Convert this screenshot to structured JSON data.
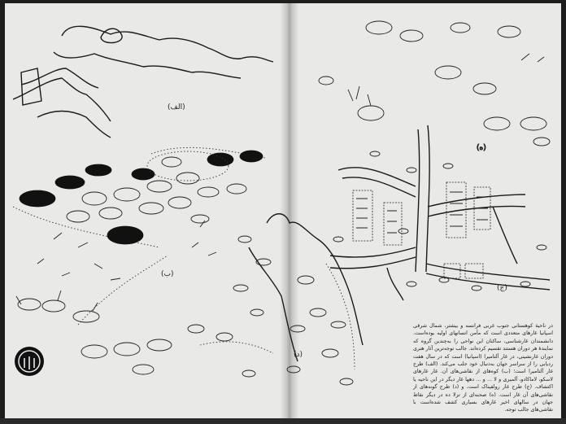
{
  "page": {
    "labels": {
      "alef": "(الف)",
      "be": "(ب)",
      "jim": "(ج)",
      "dal": "(د)",
      "he": "(ه)"
    },
    "caption": "در ناحیهٔ کوهستانی جنوب غربی فرانسه و بیشتر، شمال شرقی اسپانیا غارهای متعددی است که مأمن انسانهای اولیه بوده‌است. دانشمندان غارشناسی، ساکنان این نواحی را به‌چندین گروه که نمایندهٔ هر دوران هستند تقسیم کرده‌اند. جالب توجه‌ترین آثار هنری دوران غارنشینی، در غار آلتامیرا (اسپانیا) است که در سال هفت ردیابی را از سراسر جهان به‌دنبال خود جلب می‌کند. (الف) طرح غار آلتامیرا است؛ (ب) کوه‌های از نقاشی‌های آن. غار غارهای لاسکو، لاماکادو، آلمیری و لا ... و ... دهها غار دیگر در این ناحیه یا اکتشاف. (ج) طرح غار رولفیناک است، و (د) طرح گونه‌های از نقاشی‌های آن غار است. (ه) صحنه‌ای از تزلا ده در دیگر نقاط جهان در سالهای اخیر غارهای بسیاری کشف شده‌است با نقاشی‌های جالب توجه."
  }
}
